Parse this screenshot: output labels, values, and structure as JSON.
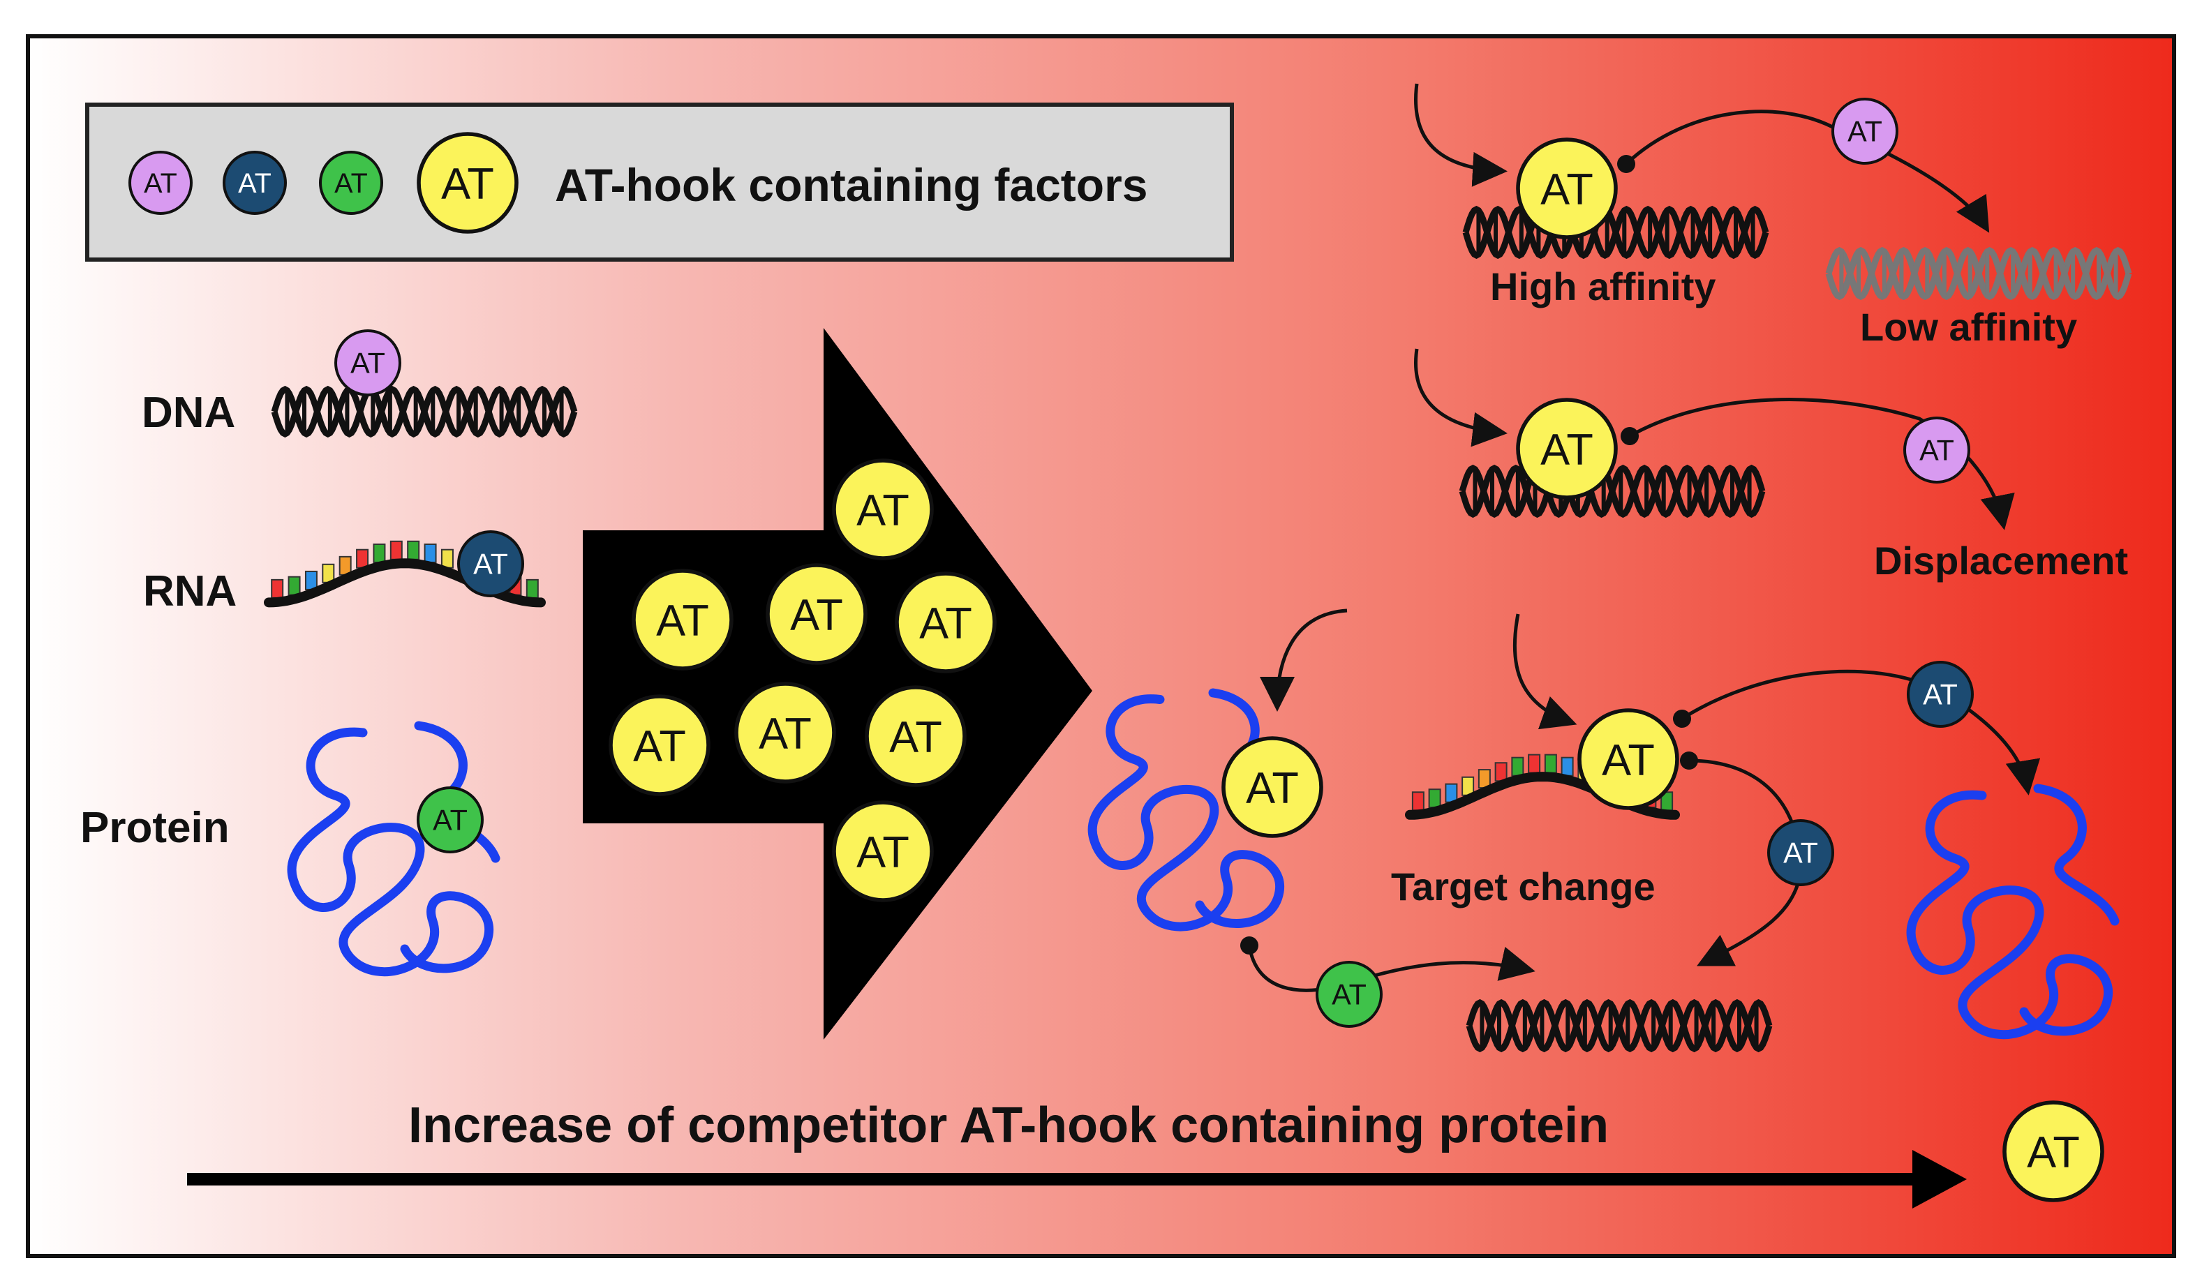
{
  "legend": {
    "title": "AT-hook containing factors",
    "tokens": [
      "AT",
      "AT",
      "AT",
      "AT"
    ]
  },
  "rows": {
    "dna": "DNA",
    "rna": "RNA",
    "protein": "Protein"
  },
  "factor_label": "AT",
  "outcomes": {
    "high_affinity": "High affinity",
    "low_affinity": "Low affinity",
    "displacement": "Displacement",
    "target_change": "Target change"
  },
  "bottom_caption": "Increase of competitor AT-hook containing protein",
  "colors": {
    "purple": "#d89af0",
    "navy": "#1c4b72",
    "green": "#3fc24a",
    "yellow": "#fbf35a",
    "protein_blue": "#1b3ff0",
    "gradient_start": "#ffffff",
    "gradient_end": "#ee2a1c"
  }
}
